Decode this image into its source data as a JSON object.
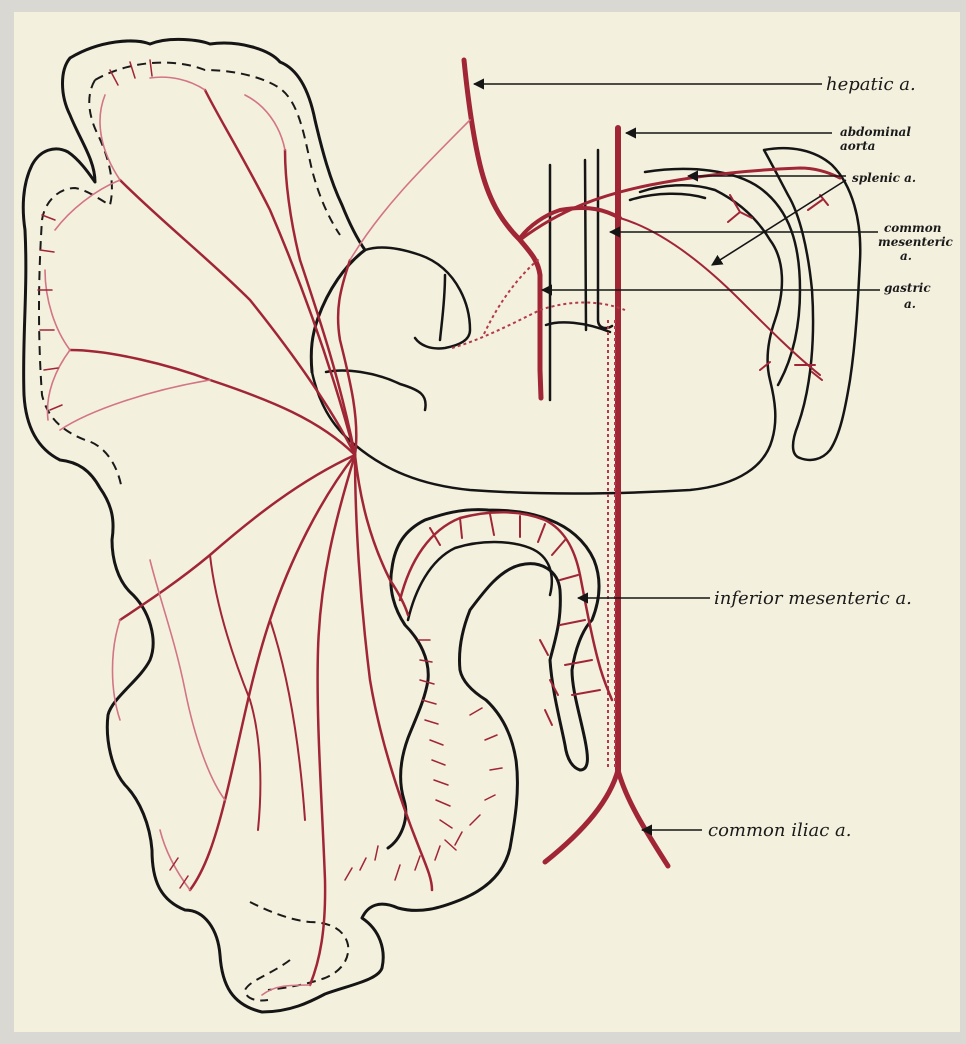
{
  "labels": {
    "hepatic": "hepatic a.",
    "aorta_1": "abdominal",
    "aorta_2": "aorta",
    "splenic": "splenic a.",
    "cm_1": "common",
    "cm_2": "mesenteric",
    "cm_3": "a.",
    "gastric_1": "gastric",
    "gastric_2": "a.",
    "inferior": "inferior mesenteric a.",
    "iliac": "common iliac a."
  },
  "colors": {
    "paper": "#f4f0de",
    "border": "#d9d8d2",
    "artery": "#a02636",
    "fine_artery": "#d27585",
    "ink": "#151515"
  }
}
